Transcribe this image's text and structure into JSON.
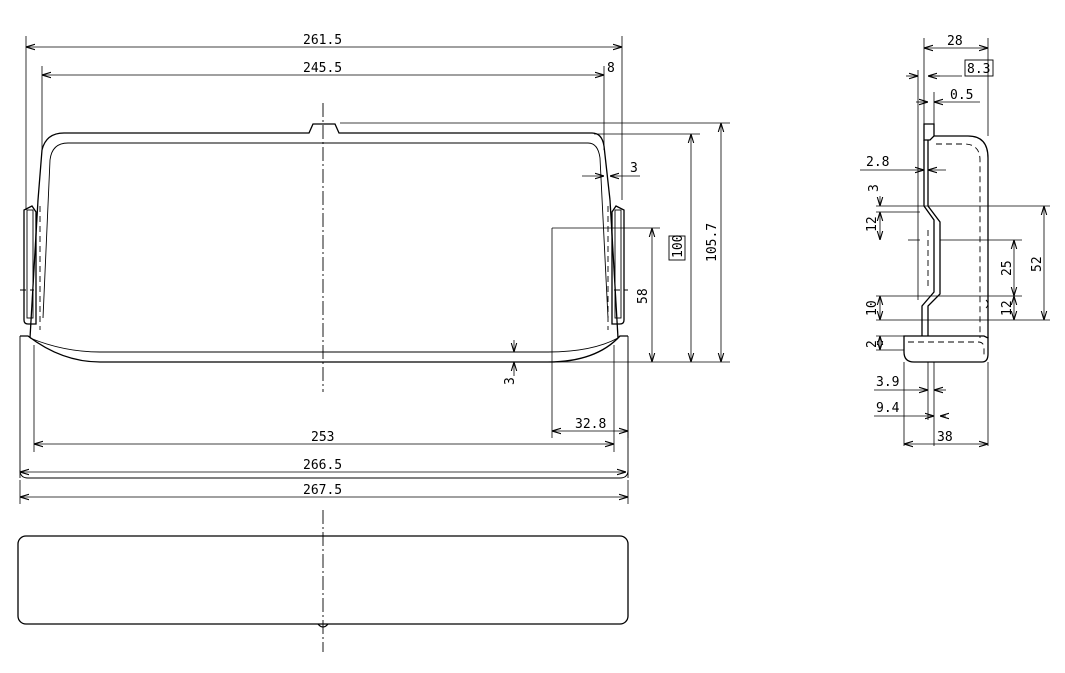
{
  "dimensions": {
    "front_top_width": "261.5",
    "front_inner_width": "245.5",
    "front_offset": "8",
    "front_wall": "3",
    "front_height_boxed": "100",
    "front_overall_height": "105.7",
    "front_hook_height": "58",
    "front_bottom_thickness": "3",
    "front_hook_depth": "32.8",
    "front_bottom_inner": "253",
    "front_bottom_width": "266.5",
    "front_overall_width": "267.5",
    "side_width": "28",
    "side_offset_boxed": "8.3",
    "side_gap": "0.5",
    "side_wall": "2.8",
    "side_step": "3",
    "side_upper": "12",
    "side_mid": "25",
    "side_overall": "52",
    "side_lower_right": "12",
    "side_lower": "10",
    "side_base": "2",
    "side_offset_a": "3.9",
    "side_offset_b": "9.4",
    "side_depth": "38"
  }
}
